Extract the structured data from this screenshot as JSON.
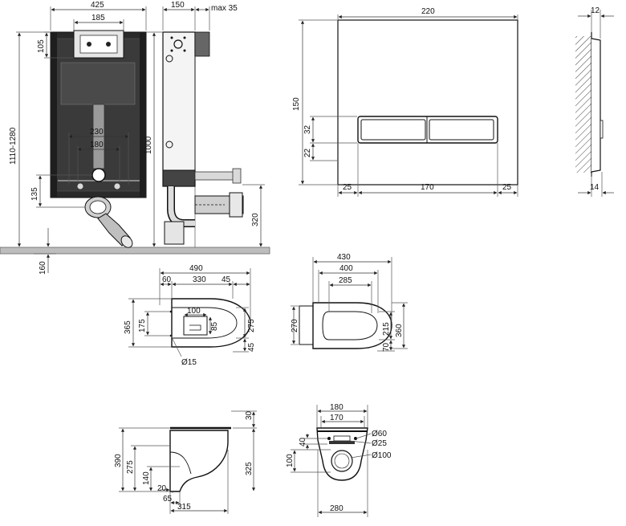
{
  "frame_front": {
    "width": "425",
    "bracket_width": "185",
    "top_height": "105",
    "height_range": "1110-1280",
    "pipe_spacing_outer": "230",
    "pipe_spacing_inner": "180",
    "outlet_height": "135"
  },
  "frame_side": {
    "depth": "150",
    "max_offset": "max 35",
    "height": "1000",
    "outlet_height": "320",
    "floor_depth": "160"
  },
  "flush_plate": {
    "width": "220",
    "height": "150",
    "button_height": "32",
    "button_bottom": "22",
    "margin_left": "25",
    "button_width": "170",
    "margin_right": "25",
    "thickness_top": "12",
    "thickness_bottom": "14"
  },
  "bowl_top": {
    "length": "490",
    "offset_left": "60",
    "hole_to_front": "330",
    "offset_right": "45",
    "width_outer": "365",
    "width_inner": "175",
    "opening_w": "100",
    "opening_h": "85",
    "front_width": "275",
    "front_tip": "45",
    "hole_diameter": "Ø15"
  },
  "seat_top": {
    "length": "430",
    "inner_length": "400",
    "opening_length": "285",
    "width_left": "270",
    "width_mid": "215",
    "width_right": "360",
    "front_gap": "70"
  },
  "bowl_side": {
    "seat_thickness": "30",
    "height": "390",
    "inner_height": "275",
    "side_height": "325",
    "outlet_height": "140",
    "outlet_offset": "20",
    "outlet_len": "65",
    "length": "315"
  },
  "bowl_back": {
    "width_top": "180",
    "width_inner": "170",
    "d_large": "Ø60",
    "d_small": "Ø25",
    "d_outlet": "Ø100",
    "spacing": "40",
    "height": "100",
    "width_bottom": "280"
  }
}
